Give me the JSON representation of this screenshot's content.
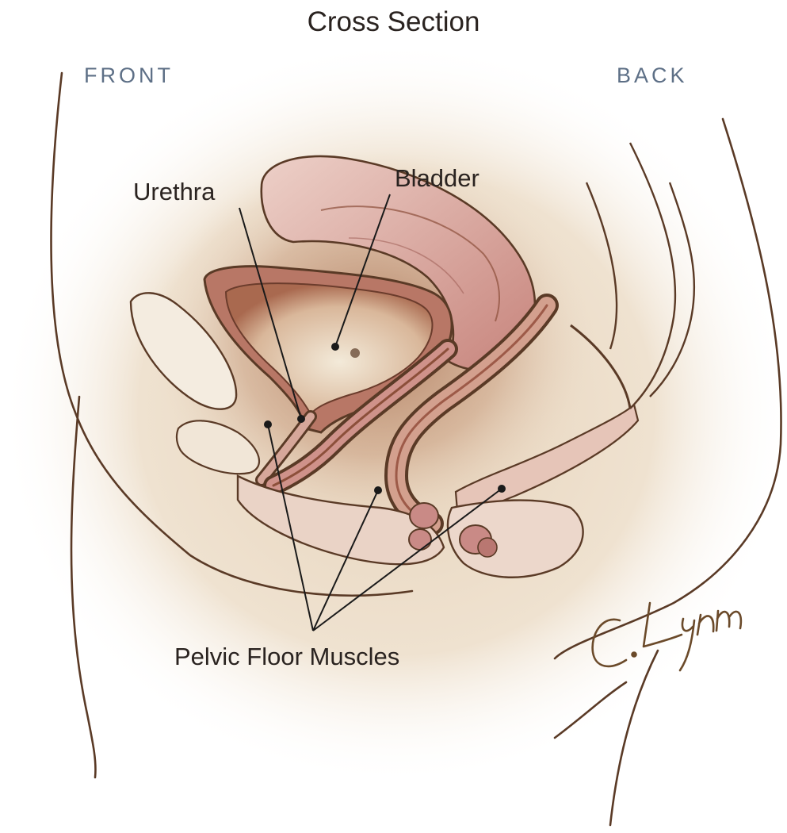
{
  "diagram": {
    "title": "Cross Section",
    "orientation": {
      "front": "FRONT",
      "back": "BACK"
    },
    "labels": {
      "urethra": "Urethra",
      "bladder": "Bladder",
      "pelvic_floor_muscles": "Pelvic Floor Muscles"
    },
    "signature": "C. Lynm"
  },
  "colors": {
    "outline": "#5a3a26",
    "tissue_pink": "#c98a86",
    "tissue_dark": "#8c4f3a",
    "shading": "#b9896a",
    "background_wash": "#efe2d0",
    "orientation_text": "#5d6f86",
    "leader_line": "#1a1a1a",
    "signature_ink": "#6b4a2a"
  }
}
